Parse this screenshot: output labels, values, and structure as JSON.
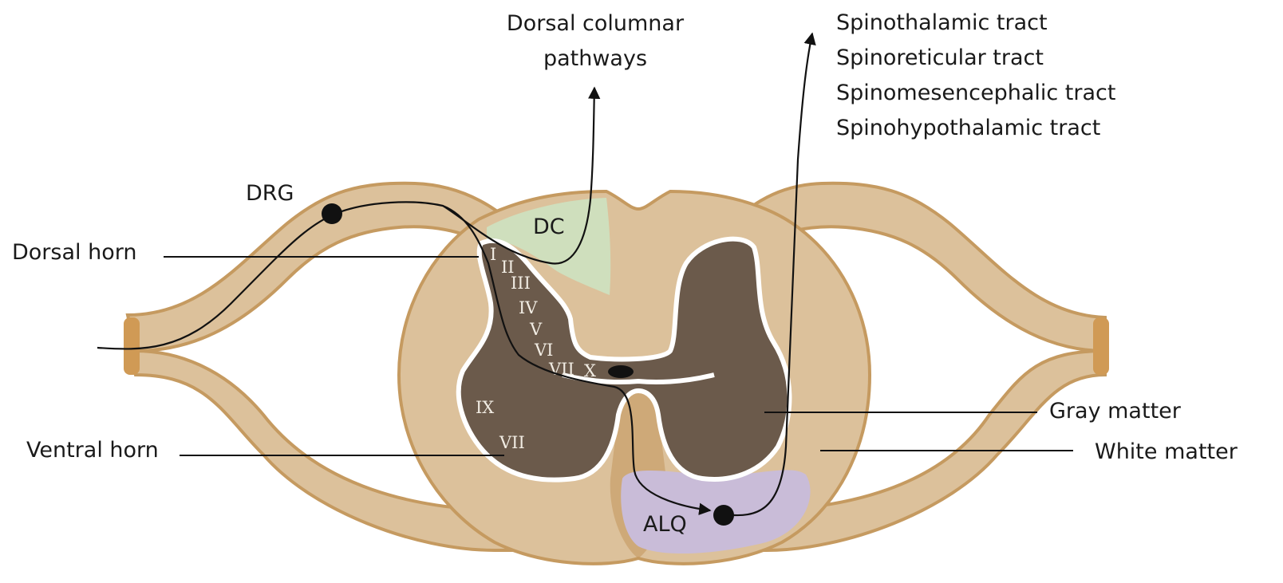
{
  "labels": {
    "dorsal_columnar": [
      "Dorsal columnar",
      "pathways"
    ],
    "tracts": [
      "Spinothalamic tract",
      "Spinoreticular tract",
      "Spinomesencephalic tract",
      "Spinohypothalamic tract"
    ],
    "drg": "DRG",
    "dc": "DC",
    "dorsal_horn": "Dorsal horn",
    "ventral_horn": "Ventral horn",
    "gray_matter": "Gray matter",
    "white_matter": "White matter",
    "alq": "ALQ"
  },
  "laminae": [
    "I",
    "II",
    "III",
    "IV",
    "V",
    "VI",
    "VII",
    "X",
    "IX",
    "VII"
  ],
  "colors": {
    "white_matter": "#dcc19b",
    "white_matter_edge": "#c59a60",
    "gray_matter": "#6b5a4b",
    "dorsal_column": "#cfdfbd",
    "alq": "#c9bcd8",
    "pathway": "#111111"
  }
}
